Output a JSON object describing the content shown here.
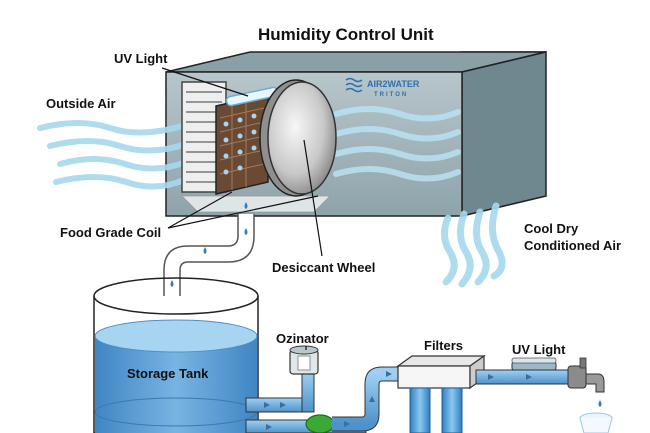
{
  "title": "Humidity Control Unit",
  "brand": {
    "line1": "AIR2WATER",
    "line2": "TRITON"
  },
  "labels": {
    "uv_light_top": "UV Light",
    "outside_air": "Outside Air",
    "food_grade_coil": "Food Grade Coil",
    "desiccant_wheel": "Desiccant Wheel",
    "cool_dry_line1": "Cool Dry",
    "cool_dry_line2": "Conditioned Air",
    "storage_tank": "Storage Tank",
    "ozinator": "Ozinator",
    "filters": "Filters",
    "uv_light_bottom": "UV Light"
  },
  "colors": {
    "unit_front": "#9fb2b8",
    "unit_top": "#7e949b",
    "unit_side": "#6f878f",
    "air_flow": "#a7d8ee",
    "water": "#5b9fd3",
    "pipe": "#7ab4de",
    "valve": "#3aa935",
    "brand": "#2e6fb0"
  }
}
